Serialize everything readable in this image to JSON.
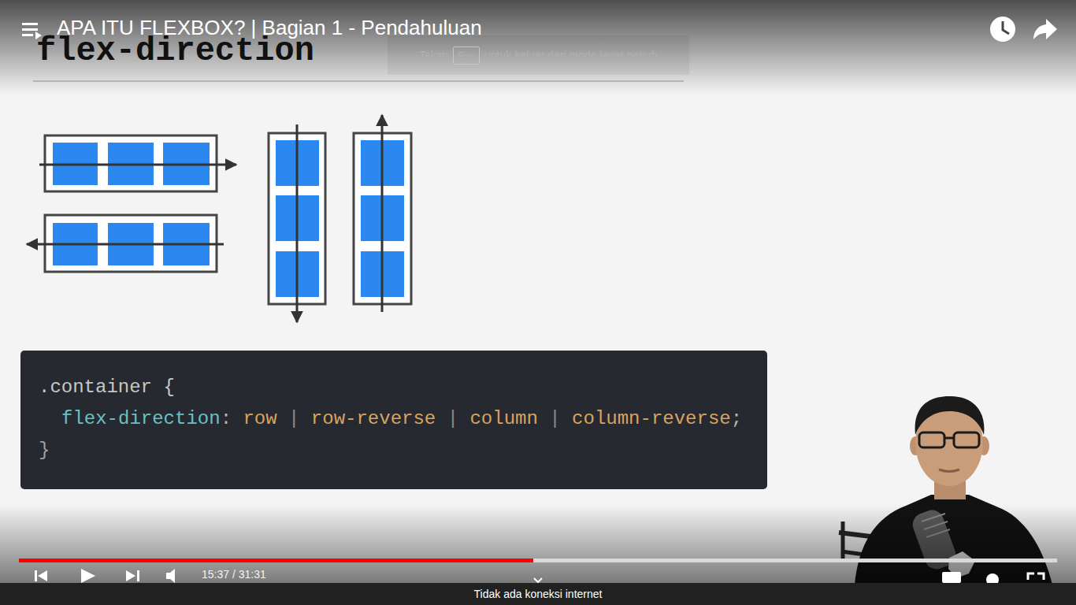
{
  "diagram": {
    "title": "APA ITU FLEXBOX? | Bagian 1 - Pendahuluan",
    "nodes": [
      {
        "text": [
          "Tekan",
          "untuk keluar dari mode layar penuh"
        ]
      },
      {
        "text": [
          "Esc"
        ],
        "in": 0
      },
      {
        "text": [
          ".container {",
          "flex-direction",
          ":",
          "row",
          "|",
          "row-reverse",
          "|",
          "column",
          "|",
          "column-reverse",
          ";",
          "}"
        ]
      },
      {
        "text": [
          "Tidak ada koneksi internet"
        ]
      }
    ],
    "labels": [
      "flex-direction",
      "15:37 / 31:31"
    ]
  }
}
